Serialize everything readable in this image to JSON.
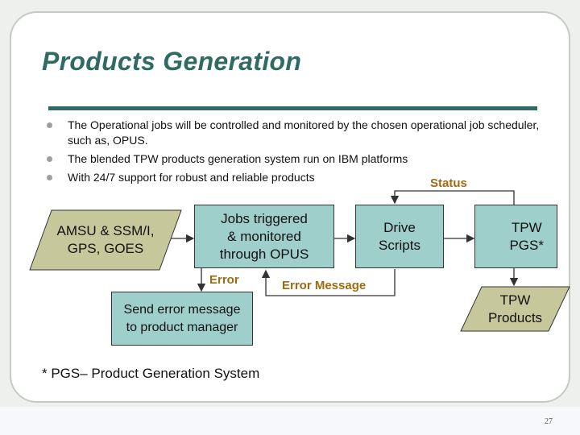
{
  "title": "Products Generation",
  "bullets": [
    "The Operational jobs will be controlled and monitored by the chosen operational job scheduler, such as, OPUS.",
    "The blended TPW products generation system run on IBM platforms",
    "With 24/7 support for robust and reliable products"
  ],
  "diagram": {
    "input": "AMSU & SSM/I,\nGPS, GOES",
    "jobs": "Jobs triggered\n& monitored\nthrough OPUS",
    "drive": "Drive\nScripts",
    "pgs": "TPW\nPGS*",
    "products": "TPW\nProducts",
    "error_box": "Send error message\nto product manager",
    "status_label": "Status",
    "error_label": "Error",
    "error_message_label": "Error Message"
  },
  "footnote": "* PGS– Product Generation System",
  "page_number": "27",
  "colors": {
    "title": "#2f6b62",
    "box_fill": "#9fcfcb",
    "para_fill": "#c6c79a",
    "label": "#a06a10"
  }
}
